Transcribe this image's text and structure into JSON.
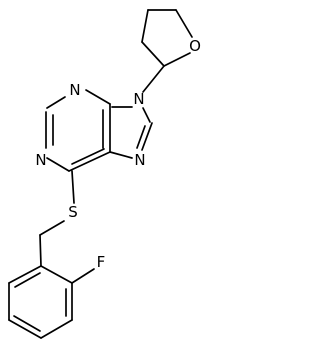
{
  "molecule": {
    "atoms": {
      "ring_o": "O",
      "n9": "N",
      "n3": "N",
      "n1": "N",
      "n7": "N",
      "s": "S",
      "f": "F"
    }
  }
}
